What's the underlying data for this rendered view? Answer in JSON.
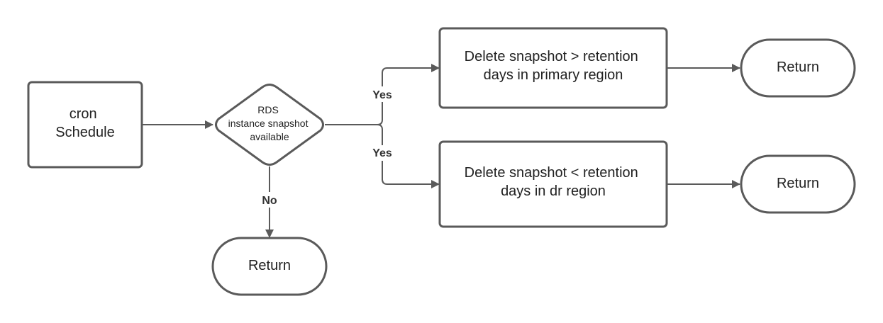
{
  "colors": {
    "stroke": "#5a5a5a",
    "line": "#5a5a5a",
    "text": "#222222",
    "background": "#ffffff"
  },
  "nodes": {
    "cron_schedule": {
      "lines": [
        "cron",
        "Schedule"
      ]
    },
    "decision": {
      "lines": [
        "RDS",
        "instance snapshot",
        "available"
      ]
    },
    "return_bottom": {
      "lines": [
        "Return"
      ]
    },
    "delete_primary": {
      "lines": [
        "Delete snapshot > retention",
        "days in primary region"
      ]
    },
    "delete_dr": {
      "lines": [
        "Delete snapshot < retention",
        "days in dr region"
      ]
    },
    "return_primary": {
      "lines": [
        "Return"
      ]
    },
    "return_dr": {
      "lines": [
        "Return"
      ]
    }
  },
  "edges": {
    "yes_primary_label": "Yes",
    "yes_dr_label": "Yes",
    "no_label": "No"
  }
}
